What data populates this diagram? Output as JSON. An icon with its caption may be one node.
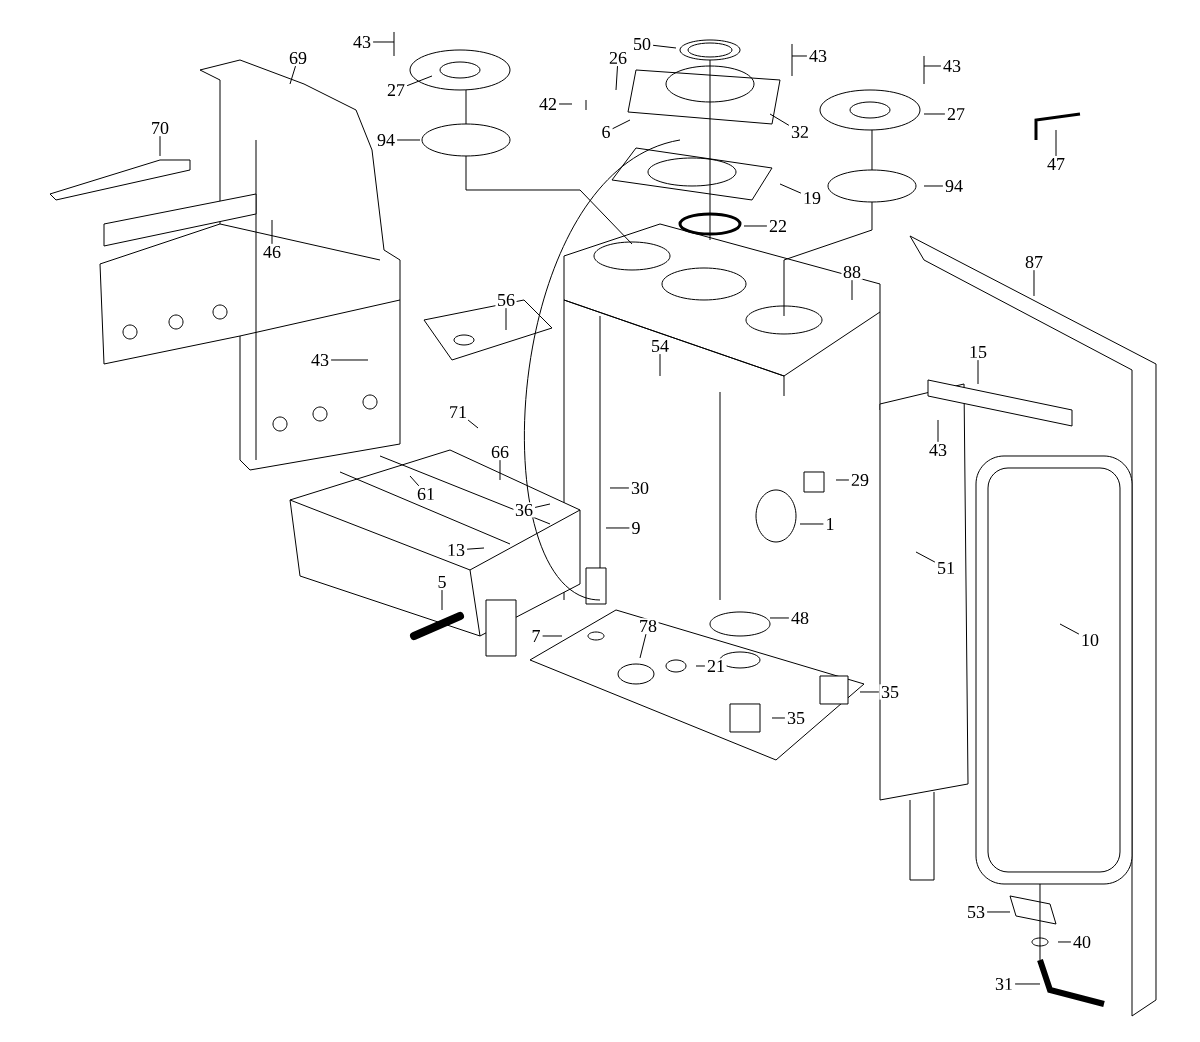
{
  "diagram": {
    "nodes": [
      {
        "text": [
          "43"
        ]
      },
      {
        "text": [
          "27"
        ]
      },
      {
        "text": [
          "69"
        ]
      },
      {
        "text": [
          "50"
        ]
      },
      {
        "text": [
          "43"
        ]
      },
      {
        "text": [
          "26"
        ]
      },
      {
        "text": [
          "43"
        ]
      },
      {
        "text": [
          "27"
        ]
      },
      {
        "text": [
          "42"
        ]
      },
      {
        "text": [
          "6"
        ]
      },
      {
        "text": [
          "32"
        ]
      },
      {
        "text": [
          "70"
        ]
      },
      {
        "text": [
          "47"
        ]
      },
      {
        "text": [
          "94"
        ]
      },
      {
        "text": [
          "94"
        ]
      },
      {
        "text": [
          "19"
        ]
      },
      {
        "text": [
          "22"
        ]
      },
      {
        "text": [
          "46"
        ]
      },
      {
        "text": [
          "88"
        ]
      },
      {
        "text": [
          "87"
        ]
      },
      {
        "text": [
          "56"
        ]
      },
      {
        "text": [
          "43"
        ]
      },
      {
        "text": [
          "54"
        ]
      },
      {
        "text": [
          "15"
        ]
      },
      {
        "text": [
          "43"
        ]
      },
      {
        "text": [
          "71"
        ]
      },
      {
        "text": [
          "66"
        ]
      },
      {
        "text": [
          "29"
        ]
      },
      {
        "text": [
          "30"
        ]
      },
      {
        "text": [
          "61"
        ]
      },
      {
        "text": [
          "36"
        ]
      },
      {
        "text": [
          "1"
        ]
      },
      {
        "text": [
          "9"
        ]
      },
      {
        "text": [
          "13"
        ]
      },
      {
        "text": [
          "51"
        ]
      },
      {
        "text": [
          "10"
        ]
      },
      {
        "text": [
          "5"
        ]
      },
      {
        "text": [
          "48"
        ]
      },
      {
        "text": [
          "7"
        ]
      },
      {
        "text": [
          "78"
        ]
      },
      {
        "text": [
          "21"
        ]
      },
      {
        "text": [
          "35"
        ]
      },
      {
        "text": [
          "35"
        ]
      },
      {
        "text": [
          "53"
        ]
      },
      {
        "text": [
          "40"
        ]
      },
      {
        "text": [
          "31"
        ]
      }
    ],
    "edges": [
      {
        "from": 0,
        "to": null,
        "arrow": "none"
      },
      {
        "from": 1,
        "to": null,
        "arrow": "none"
      },
      {
        "from": 2,
        "to": null,
        "arrow": "none"
      },
      {
        "from": 3,
        "to": null,
        "arrow": "none"
      },
      {
        "from": 4,
        "to": null,
        "arrow": "none"
      },
      {
        "from": 5,
        "to": null,
        "arrow": "none"
      },
      {
        "from": 6,
        "to": null,
        "arrow": "none"
      },
      {
        "from": 7,
        "to": null,
        "arrow": "none"
      },
      {
        "from": 8,
        "to": null,
        "arrow": "none"
      },
      {
        "from": 9,
        "to": null,
        "arrow": "none"
      },
      {
        "from": 10,
        "to": null,
        "arrow": "none"
      },
      {
        "from": 11,
        "to": null,
        "arrow": "none"
      },
      {
        "from": 12,
        "to": null,
        "arrow": "none"
      },
      {
        "from": 13,
        "to": null,
        "arrow": "none"
      },
      {
        "from": 14,
        "to": null,
        "arrow": "none"
      },
      {
        "from": 15,
        "to": null,
        "arrow": "none"
      },
      {
        "from": 16,
        "to": null,
        "arrow": "none"
      },
      {
        "from": 17,
        "to": null,
        "arrow": "none"
      },
      {
        "from": 18,
        "to": null,
        "arrow": "none"
      },
      {
        "from": 19,
        "to": null,
        "arrow": "none"
      },
      {
        "from": 20,
        "to": null,
        "arrow": "none"
      },
      {
        "from": 21,
        "to": null,
        "arrow": "none"
      },
      {
        "from": 22,
        "to": null,
        "arrow": "none"
      },
      {
        "from": 23,
        "to": null,
        "arrow": "none"
      },
      {
        "from": 24,
        "to": null,
        "arrow": "none"
      },
      {
        "from": 25,
        "to": null,
        "arrow": "none"
      },
      {
        "from": 26,
        "to": null,
        "arrow": "none"
      },
      {
        "from": 27,
        "to": null,
        "arrow": "none"
      },
      {
        "from": 28,
        "to": null,
        "arrow": "none"
      },
      {
        "from": 29,
        "to": null,
        "arrow": "none"
      },
      {
        "from": 30,
        "to": null,
        "arrow": "none"
      },
      {
        "from": 31,
        "to": null,
        "arrow": "none"
      },
      {
        "from": 32,
        "to": null,
        "arrow": "none"
      },
      {
        "from": 33,
        "to": null,
        "arrow": "none"
      },
      {
        "from": 34,
        "to": null,
        "arrow": "none"
      },
      {
        "from": 35,
        "to": null,
        "arrow": "none"
      },
      {
        "from": 36,
        "to": null,
        "arrow": "none"
      },
      {
        "from": 37,
        "to": null,
        "arrow": "none"
      },
      {
        "from": 38,
        "to": null,
        "arrow": "none"
      },
      {
        "from": 39,
        "to": null,
        "arrow": "none"
      },
      {
        "from": 40,
        "to": null,
        "arrow": "none"
      },
      {
        "from": 41,
        "to": null,
        "arrow": "none"
      },
      {
        "from": 42,
        "to": null,
        "arrow": "none"
      },
      {
        "from": 43,
        "to": null,
        "arrow": "none"
      },
      {
        "from": 44,
        "to": null,
        "arrow": "none"
      },
      {
        "from": 45,
        "to": null,
        "arrow": "none"
      }
    ]
  }
}
